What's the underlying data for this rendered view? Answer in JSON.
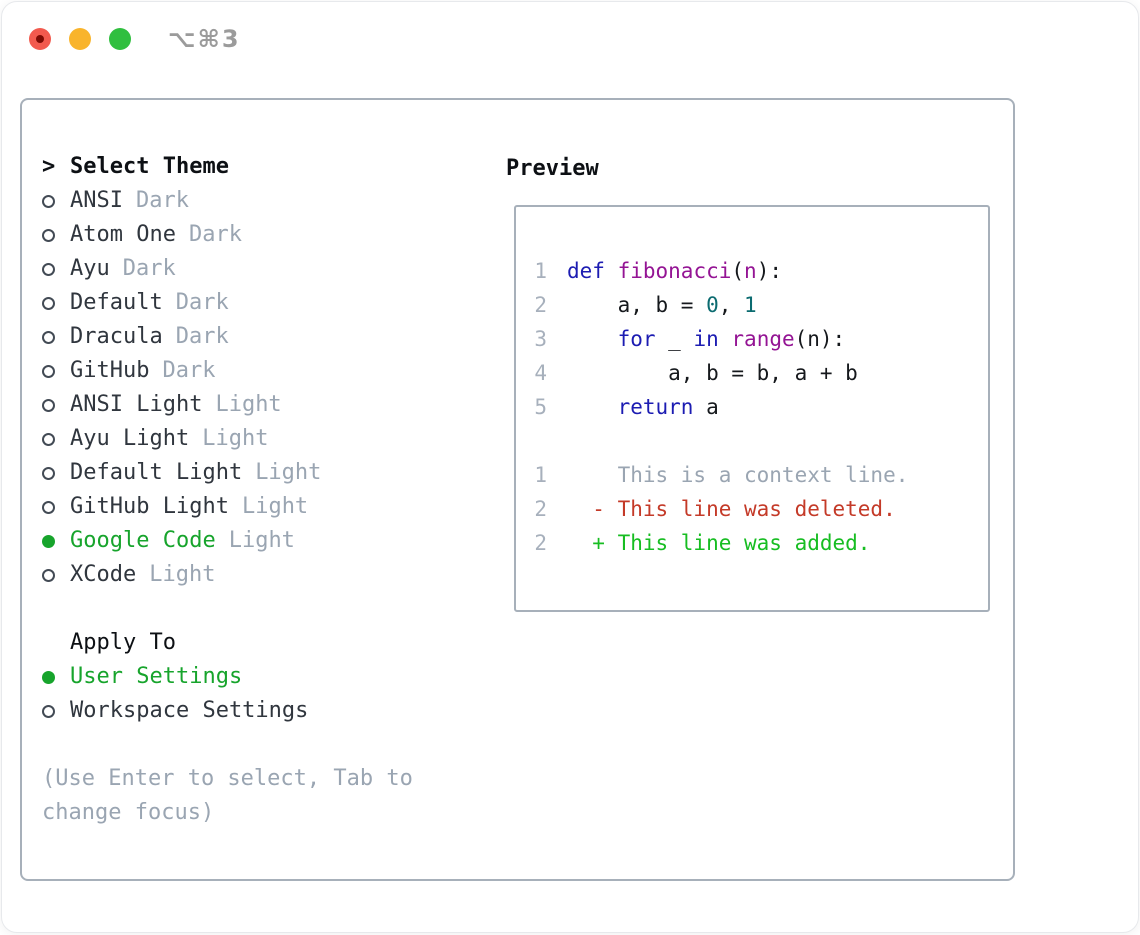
{
  "window": {
    "title": "⌥⌘3",
    "traffic_lights": [
      "close-button",
      "minimize-button",
      "zoom-button"
    ]
  },
  "colors": {
    "title": "#9b9b9b",
    "tl_red": "#f25a4e",
    "tl_red_dot": "#7d0b04",
    "tl_yellow": "#f9b42c",
    "tl_green": "#30bf3f",
    "border": "#a7b0ba",
    "heading": "#0d1014",
    "text": "#30363e",
    "radio": "#434b55",
    "muted": "#9aa5b2",
    "green": "#17a42c",
    "linenum": "#a7b0bc",
    "keyword": "#1c1cb2",
    "function": "#941494",
    "literal": "#0b6b70",
    "code_plain": "#15181c",
    "diff_red": "#c43a28",
    "diff_green": "#17bd22"
  },
  "theme_picker": {
    "header": {
      "marker": ">",
      "label": "Select Theme"
    },
    "themes": [
      {
        "name": "ANSI",
        "variant": "Dark",
        "selected": false
      },
      {
        "name": "Atom One",
        "variant": "Dark",
        "selected": false
      },
      {
        "name": "Ayu",
        "variant": "Dark",
        "selected": false
      },
      {
        "name": "Default",
        "variant": "Dark",
        "selected": false
      },
      {
        "name": "Dracula",
        "variant": "Dark",
        "selected": false
      },
      {
        "name": "GitHub",
        "variant": "Dark",
        "selected": false
      },
      {
        "name": "ANSI Light",
        "variant": "Light",
        "selected": false
      },
      {
        "name": "Ayu Light",
        "variant": "Light",
        "selected": false
      },
      {
        "name": "Default Light",
        "variant": "Light",
        "selected": false
      },
      {
        "name": "GitHub Light",
        "variant": "Light",
        "selected": false
      },
      {
        "name": "Google Code",
        "variant": "Light",
        "selected": true
      },
      {
        "name": "XCode",
        "variant": "Light",
        "selected": false
      }
    ],
    "apply_to": {
      "label": "Apply To",
      "options": [
        {
          "name": "User Settings",
          "selected": true
        },
        {
          "name": "Workspace Settings",
          "selected": false
        }
      ]
    },
    "help_lines": [
      "(Use Enter to select, Tab to",
      "change focus)"
    ]
  },
  "preview": {
    "label": "Preview",
    "code": [
      {
        "num": "1",
        "tokens": [
          {
            "t": "def",
            "c": "keyword"
          },
          {
            "t": " ",
            "c": "plain"
          },
          {
            "t": "fibonacci",
            "c": "function"
          },
          {
            "t": "(",
            "c": "plain"
          },
          {
            "t": "n",
            "c": "function"
          },
          {
            "t": "):",
            "c": "plain"
          }
        ]
      },
      {
        "num": "2",
        "tokens": [
          {
            "t": "    a, b = ",
            "c": "plain"
          },
          {
            "t": "0",
            "c": "literal"
          },
          {
            "t": ", ",
            "c": "plain"
          },
          {
            "t": "1",
            "c": "literal"
          }
        ]
      },
      {
        "num": "3",
        "tokens": [
          {
            "t": "    ",
            "c": "plain"
          },
          {
            "t": "for",
            "c": "keyword"
          },
          {
            "t": " _ ",
            "c": "plain"
          },
          {
            "t": "in",
            "c": "keyword"
          },
          {
            "t": " ",
            "c": "plain"
          },
          {
            "t": "range",
            "c": "function"
          },
          {
            "t": "(n):",
            "c": "plain"
          }
        ]
      },
      {
        "num": "4",
        "tokens": [
          {
            "t": "        a, b = b, a + b",
            "c": "plain"
          }
        ]
      },
      {
        "num": "5",
        "tokens": [
          {
            "t": "    ",
            "c": "plain"
          },
          {
            "t": "return",
            "c": "keyword"
          },
          {
            "t": " a",
            "c": "plain"
          }
        ]
      }
    ],
    "diff": [
      {
        "num": "1",
        "type": "context",
        "text": "    This is a context line."
      },
      {
        "num": "2",
        "type": "deleted",
        "text": "  - This line was deleted."
      },
      {
        "num": "2",
        "type": "added",
        "text": "  + This line was added."
      }
    ]
  }
}
